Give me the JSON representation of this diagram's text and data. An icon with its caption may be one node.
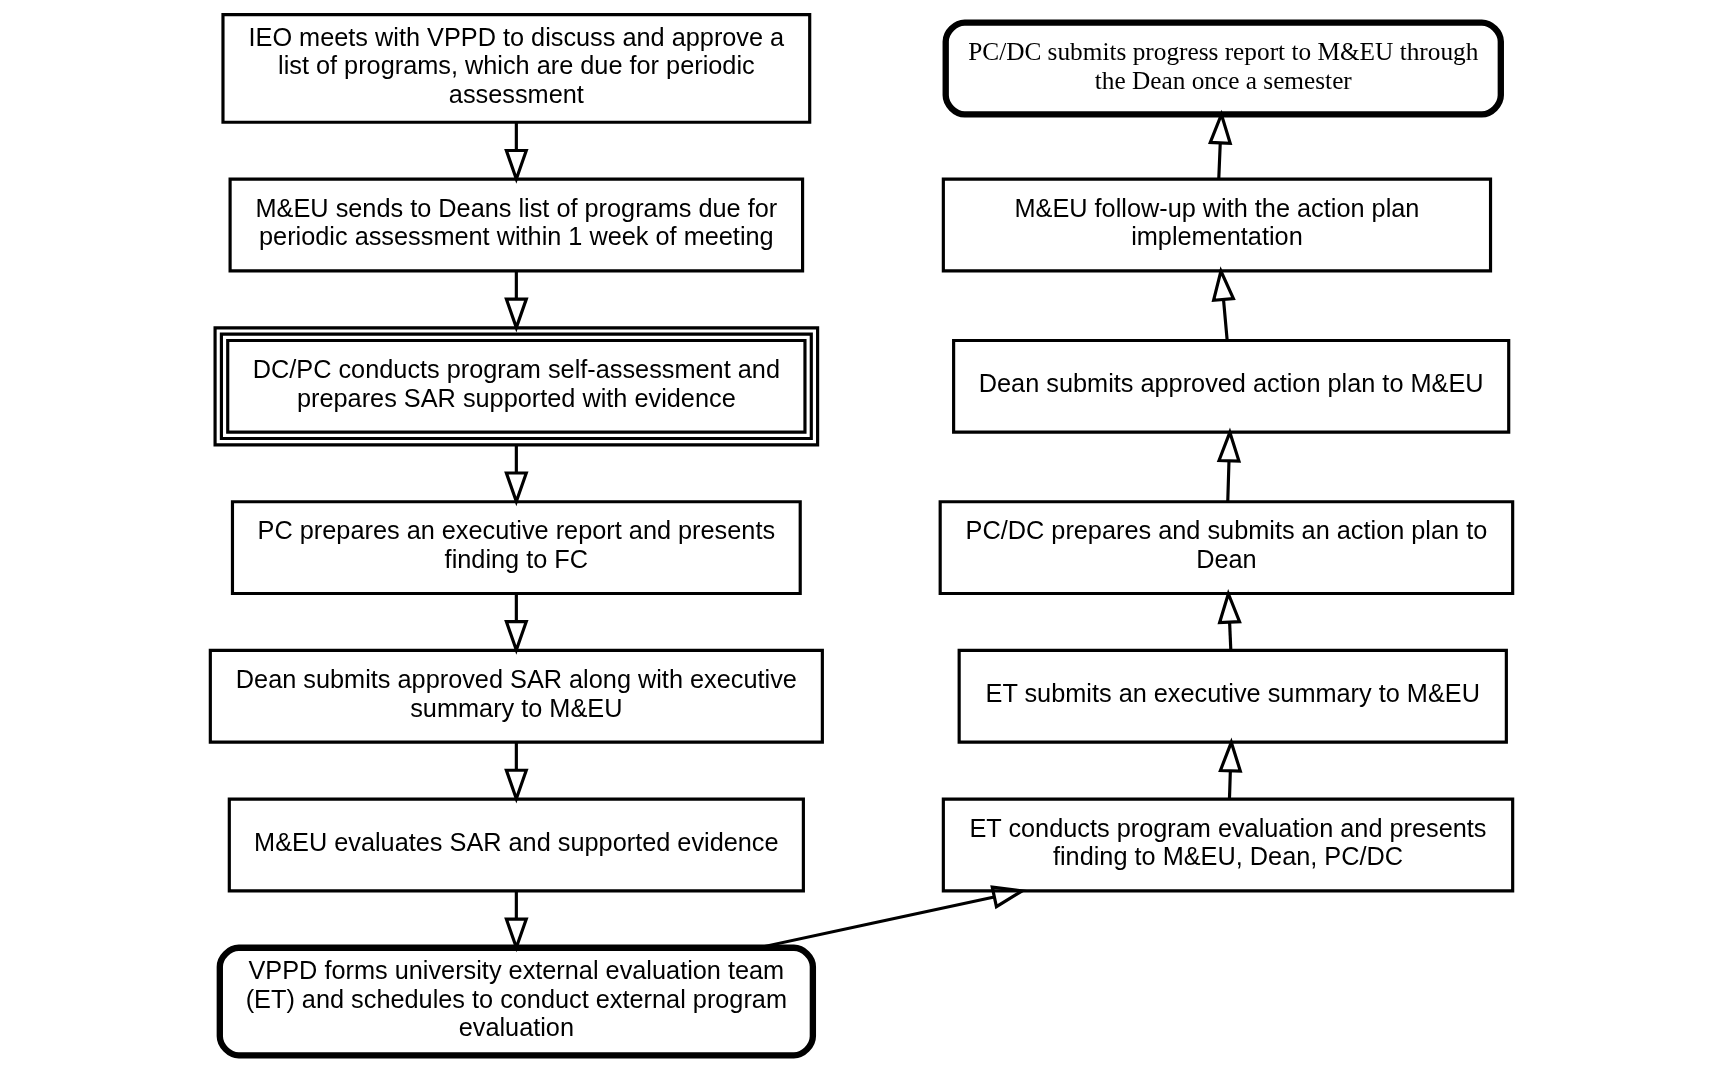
{
  "diagram": {
    "nodes": [
      {
        "text": [
          "IEO meets with VPPD to discuss and approve a list of programs, which are due for periodic assessment"
        ]
      },
      {
        "text": [
          "M&EU sends to Deans list of programs due for periodic assessment within 1 week of meeting"
        ]
      },
      {
        "text": [
          "DC/PC conducts program self-assessment and prepares SAR supported with evidence"
        ]
      },
      {
        "text": [
          "PC prepares an executive report and presents finding to FC"
        ]
      },
      {
        "text": [
          "Dean submits approved SAR along with executive summary to M&EU"
        ]
      },
      {
        "text": [
          "M&EU evaluates SAR and supported evidence"
        ]
      },
      {
        "text": [
          "VPPD forms university external evaluation team (ET) and schedules to conduct external program evaluation"
        ]
      },
      {
        "text": [
          "ET conducts program evaluation and presents finding to M&EU, Dean, PC/DC"
        ]
      },
      {
        "text": [
          "ET submits an executive summary to M&EU"
        ]
      },
      {
        "text": [
          "PC/DC prepares and submits an action plan to Dean"
        ]
      },
      {
        "text": [
          "Dean submits approved action plan to M&EU"
        ]
      },
      {
        "text": [
          "M&EU follow-up with the action plan implementation"
        ]
      },
      {
        "text": [
          "PC/DC submits progress report to M&EU through the Dean once a semester"
        ]
      }
    ],
    "edges": [
      {
        "from": 0,
        "to": 1,
        "arrow": "to"
      },
      {
        "from": 1,
        "to": 2,
        "arrow": "to"
      },
      {
        "from": 2,
        "to": 3,
        "arrow": "to"
      },
      {
        "from": 3,
        "to": 4,
        "arrow": "to"
      },
      {
        "from": 4,
        "to": 5,
        "arrow": "to"
      },
      {
        "from": 5,
        "to": 6,
        "arrow": "to"
      },
      {
        "from": 6,
        "to": 7,
        "arrow": "to"
      },
      {
        "from": 7,
        "to": 8,
        "arrow": "to"
      },
      {
        "from": 8,
        "to": 9,
        "arrow": "to"
      },
      {
        "from": 9,
        "to": 10,
        "arrow": "to"
      },
      {
        "from": 10,
        "to": 11,
        "arrow": "to"
      },
      {
        "from": 11,
        "to": 12,
        "arrow": "to"
      }
    ]
  }
}
